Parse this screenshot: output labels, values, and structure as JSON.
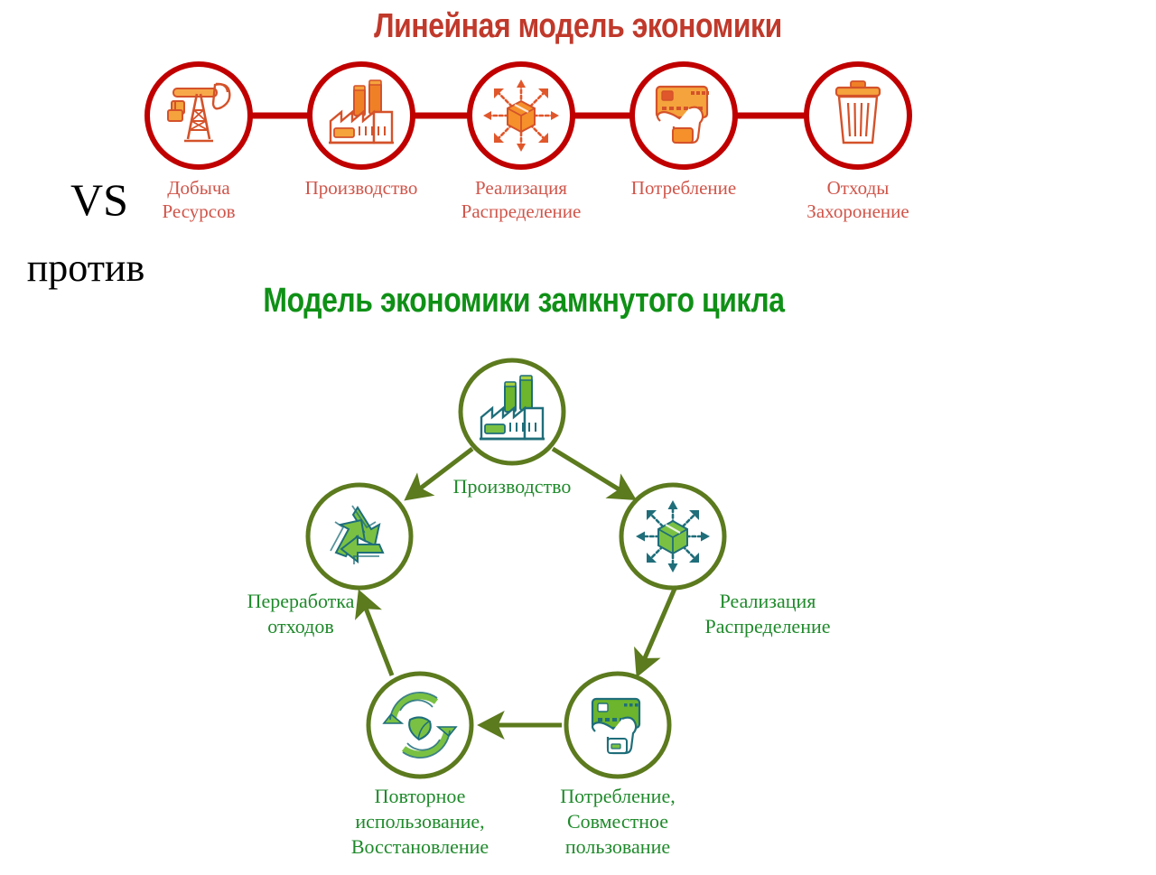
{
  "linear": {
    "title": "Линейная модель экономики",
    "accent_color": "#c0392b",
    "circle_stroke": "#c00000",
    "icon_color": "#f08026",
    "label_color": "#d0554a",
    "nodes": [
      {
        "icon": "oil-pump-icon",
        "label_line1": "Добыча",
        "label_line2": "Ресурсов"
      },
      {
        "icon": "factory-icon",
        "label_line1": "Производство",
        "label_line2": ""
      },
      {
        "icon": "distribution-box-icon",
        "label_line1": "Реализация",
        "label_line2": "Распределение"
      },
      {
        "icon": "credit-card-hand-icon",
        "label_line1": "Потребление",
        "label_line2": ""
      },
      {
        "icon": "trash-bin-icon",
        "label_line1": "Отходы",
        "label_line2": "Захоронение"
      }
    ]
  },
  "versus": {
    "latin": "VS",
    "russian": "против"
  },
  "circular": {
    "title": "Модель экономики замкнутого цикла",
    "accent_color": "#0f9016",
    "circle_stroke": "#5c7a1e",
    "arrow_color": "#5c7a1e",
    "icon_green": "#7ab929",
    "icon_teal": "#1f6e7a",
    "label_color": "#1f8a2b",
    "nodes": [
      {
        "icon": "factory-icon",
        "label_line1": "Производство",
        "label_line2": "",
        "label_line3": ""
      },
      {
        "icon": "distribution-box-icon",
        "label_line1": "Реализация",
        "label_line2": "Распределение",
        "label_line3": ""
      },
      {
        "icon": "credit-card-hand-icon",
        "label_line1": "Потребление,",
        "label_line2": "Совместное",
        "label_line3": "пользование"
      },
      {
        "icon": "reuse-leaf-icon",
        "label_line1": "Повторное",
        "label_line2": "использование,",
        "label_line3": "Восстановление"
      },
      {
        "icon": "recycling-icon",
        "label_line1": "Переработка",
        "label_line2": "отходов",
        "label_line3": ""
      }
    ]
  }
}
